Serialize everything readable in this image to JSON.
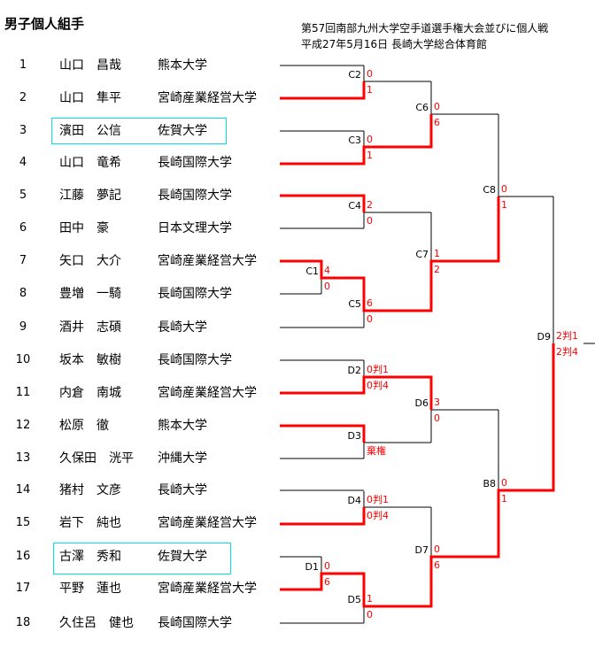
{
  "title": "男子個人組手",
  "header": {
    "event": "第57回南部九州大学空手道選手権大会並びに個人戦",
    "date_venue": "平成27年5月16日  長崎大学総合体育館"
  },
  "players": [
    {
      "no": "1",
      "name": "山口　昌哉",
      "school": "熊本大学"
    },
    {
      "no": "2",
      "name": "山口　隼平",
      "school": "宮崎産業経営大学"
    },
    {
      "no": "3",
      "name": "濱田　公信",
      "school": "佐賀大学"
    },
    {
      "no": "4",
      "name": "山口　竜希",
      "school": "長崎国際大学"
    },
    {
      "no": "5",
      "name": "江藤　夢記",
      "school": "長崎国際大学"
    },
    {
      "no": "6",
      "name": "田中　豪",
      "school": "日本文理大学"
    },
    {
      "no": "7",
      "name": "矢口　大介",
      "school": "宮崎産業経営大学"
    },
    {
      "no": "8",
      "name": "豊増　一騎",
      "school": "長崎国際大学"
    },
    {
      "no": "9",
      "name": "酒井　志碩",
      "school": "長崎大学"
    },
    {
      "no": "10",
      "name": "坂本　敏樹",
      "school": "長崎国際大学"
    },
    {
      "no": "11",
      "name": "内倉　南城",
      "school": "宮崎産業経営大学"
    },
    {
      "no": "12",
      "name": "松原　徹",
      "school": "熊本大学"
    },
    {
      "no": "13",
      "name": "久保田　洸平",
      "school": "沖縄大学"
    },
    {
      "no": "14",
      "name": "猪村　文彦",
      "school": "長崎大学"
    },
    {
      "no": "15",
      "name": "岩下　純也",
      "school": "宮崎産業経営大学"
    },
    {
      "no": "16",
      "name": "古澤　秀和",
      "school": "佐賀大学"
    },
    {
      "no": "17",
      "name": "平野　蓮也",
      "school": "宮崎産業経営大学"
    },
    {
      "no": "18",
      "name": "久住呂　健也",
      "school": "長崎国際大学"
    }
  ],
  "highlight_color": "#00e0e8",
  "winner_color": "#ff0000",
  "matches": {
    "C1": {
      "label": "C1",
      "top": "4",
      "bottom": "0"
    },
    "C2": {
      "label": "C2",
      "top": "0",
      "bottom": "1"
    },
    "C3": {
      "label": "C3",
      "top": "0",
      "bottom": "1"
    },
    "C4": {
      "label": "C4",
      "top": "2",
      "bottom": "0"
    },
    "C5": {
      "label": "C5",
      "top": "6",
      "bottom": "0"
    },
    "C6": {
      "label": "C6",
      "top": "0",
      "bottom": "6"
    },
    "C7": {
      "label": "C7",
      "top": "1",
      "bottom": "2"
    },
    "C8": {
      "label": "C8",
      "top": "0",
      "bottom": "1"
    },
    "D1": {
      "label": "D1",
      "top": "0",
      "bottom": "6"
    },
    "D2": {
      "label": "D2",
      "top": "0判1",
      "bottom": "0判4"
    },
    "D3": {
      "label": "D3",
      "top": "",
      "bottom": "棄権"
    },
    "D4": {
      "label": "D4",
      "top": "0判1",
      "bottom": "0判4"
    },
    "D5": {
      "label": "D5",
      "top": "1",
      "bottom": "0"
    },
    "D6": {
      "label": "D6",
      "top": "3",
      "bottom": "0"
    },
    "D7": {
      "label": "D7",
      "top": "0",
      "bottom": "6"
    },
    "B8": {
      "label": "B8",
      "top": "0",
      "bottom": "1"
    },
    "D9": {
      "label": "D9",
      "top": "2判1",
      "bottom": "2判4"
    }
  }
}
